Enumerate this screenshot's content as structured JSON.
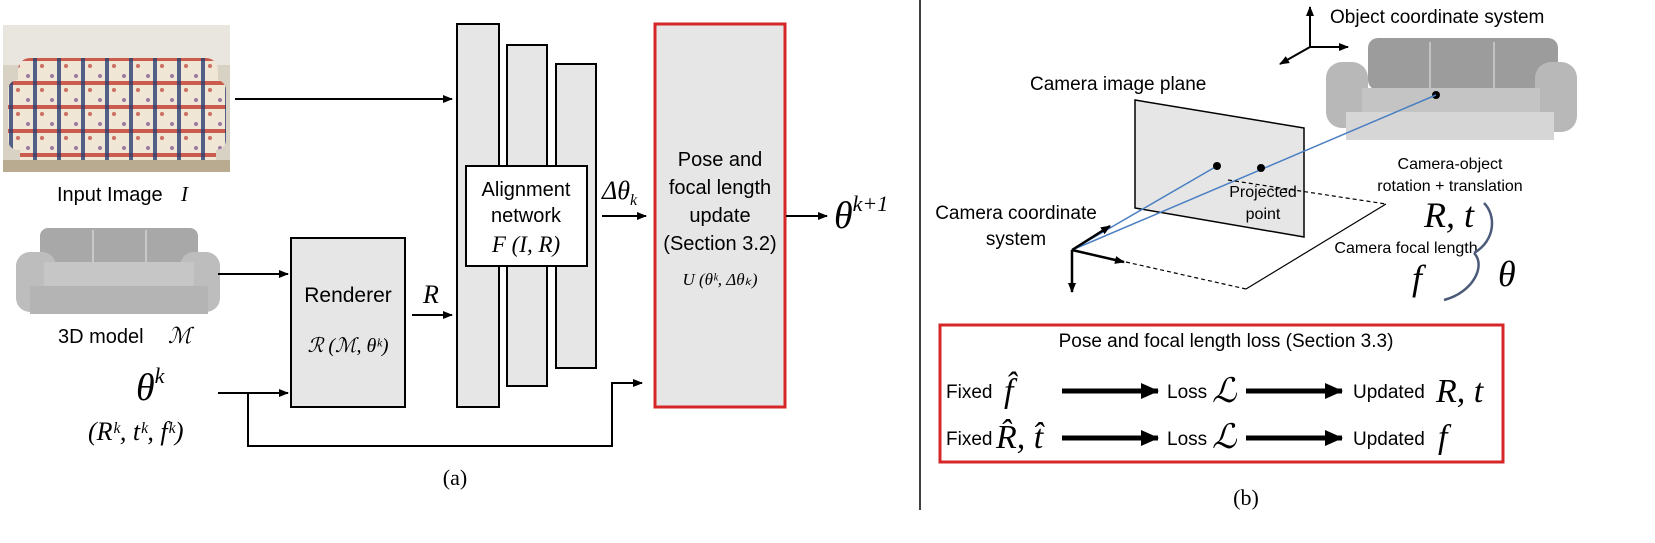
{
  "panel_a": {
    "input_image_label": "Input Image",
    "input_image_symbol": "I",
    "model_label": "3D model",
    "model_symbol": "ℳ",
    "theta_k": "θ",
    "theta_k_sup": "k",
    "theta_k_components": "(Rᵏ, tᵏ, fᵏ)",
    "renderer_label": "Renderer",
    "renderer_formula": "ℛ (ℳ, θᵏ)",
    "render_output": "R",
    "alignment_line1": "Alignment",
    "alignment_line2": "network",
    "alignment_formula": "F (I, R)",
    "delta_theta": "Δθ",
    "delta_theta_sub": "k",
    "update_line1": "Pose and",
    "update_line2": "focal length",
    "update_line3": "update",
    "update_line4": "(Section 3.2)",
    "update_formula": "U (θᵏ, Δθₖ)",
    "theta_next": "θ",
    "theta_next_sup": "k+1",
    "caption": "(a)"
  },
  "panel_b": {
    "object_cs": "Object coordinate system",
    "image_plane": "Camera image plane",
    "camera_cs_line1": "Camera coordinate",
    "camera_cs_line2": "system",
    "projected_line1": "Projected",
    "projected_line2": "point",
    "camera_object_line1": "Camera-object",
    "camera_object_line2": "rotation + translation",
    "rt": "R, t",
    "focal_label": "Camera focal length",
    "f": "f",
    "theta": "θ",
    "loss_title": "Pose and focal length loss (Section 3.3)",
    "fixed_label": "Fixed",
    "fixed_f": "f̂",
    "fixed_rt": "R̂, t̂",
    "loss_label": "Loss",
    "loss_symbol": "ℒ",
    "updated_label": "Updated",
    "updated_rt": "R, t",
    "updated_f": "f",
    "caption": "(b)"
  },
  "colors": {
    "box_fill": "#e6e6e6",
    "highlight": "#d62728",
    "ray": "#4a7fc1",
    "sofa_gray": "#b5b5b5"
  }
}
